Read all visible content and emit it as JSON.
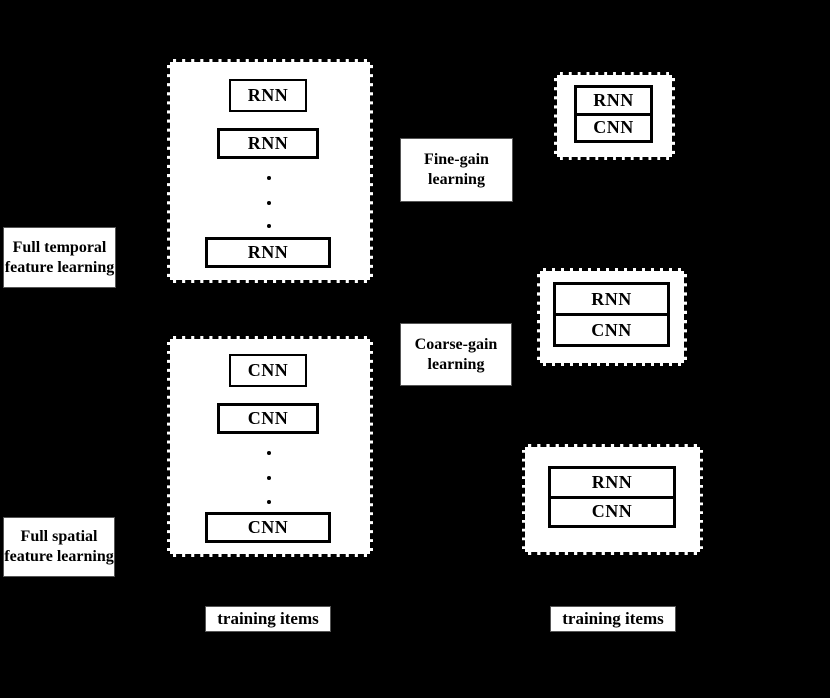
{
  "colors": {
    "background": "#000000",
    "box_fill": "#ffffff",
    "stroke": "#000000"
  },
  "side_labels": {
    "full_temporal": {
      "line1": "Full temporal",
      "line2": "feature learning"
    },
    "full_spatial": {
      "line1": "Full spatial",
      "line2": "feature learning"
    },
    "fine_gain": {
      "line1": "Fine-gain",
      "line2": "learning"
    },
    "coarse_gain": {
      "line1": "Coarse-gain",
      "line2": "learning"
    }
  },
  "temporal_stack": {
    "top": "RNN",
    "middle": "RNN",
    "bottom": "RNN"
  },
  "spatial_stack": {
    "top": "CNN",
    "middle": "CNN",
    "bottom": "CNN"
  },
  "fine_unit": {
    "top": "RNN",
    "bottom": "CNN"
  },
  "coarse_unit": {
    "top": "RNN",
    "bottom": "CNN"
  },
  "joint_unit": {
    "top": "RNN",
    "bottom": "CNN"
  },
  "training_labels": {
    "left": "training items",
    "right": "training items"
  }
}
